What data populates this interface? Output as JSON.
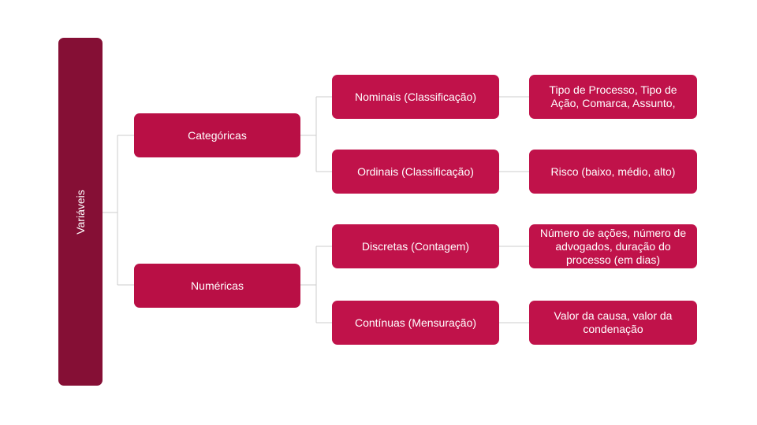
{
  "root": {
    "label": "Variáveis"
  },
  "categories": [
    {
      "label": "Categóricas",
      "types": [
        {
          "label": "Nominais (Classificação)",
          "example": "Tipo de Processo, Tipo de Ação, Comarca, Assunto,"
        },
        {
          "label": "Ordinais (Classificação)",
          "example": "Risco (baixo, médio, alto)"
        }
      ]
    },
    {
      "label": "Numéricas",
      "types": [
        {
          "label": "Discretas (Contagem)",
          "example": "Número de ações, número de advogados, duração do processo (em dias)"
        },
        {
          "label": "Contínuas (Mensuração)",
          "example": "Valor da causa, valor da condenação"
        }
      ]
    }
  ],
  "colors": {
    "root": "#850f35",
    "node": "#c0124a",
    "connector": "#cccccc"
  }
}
